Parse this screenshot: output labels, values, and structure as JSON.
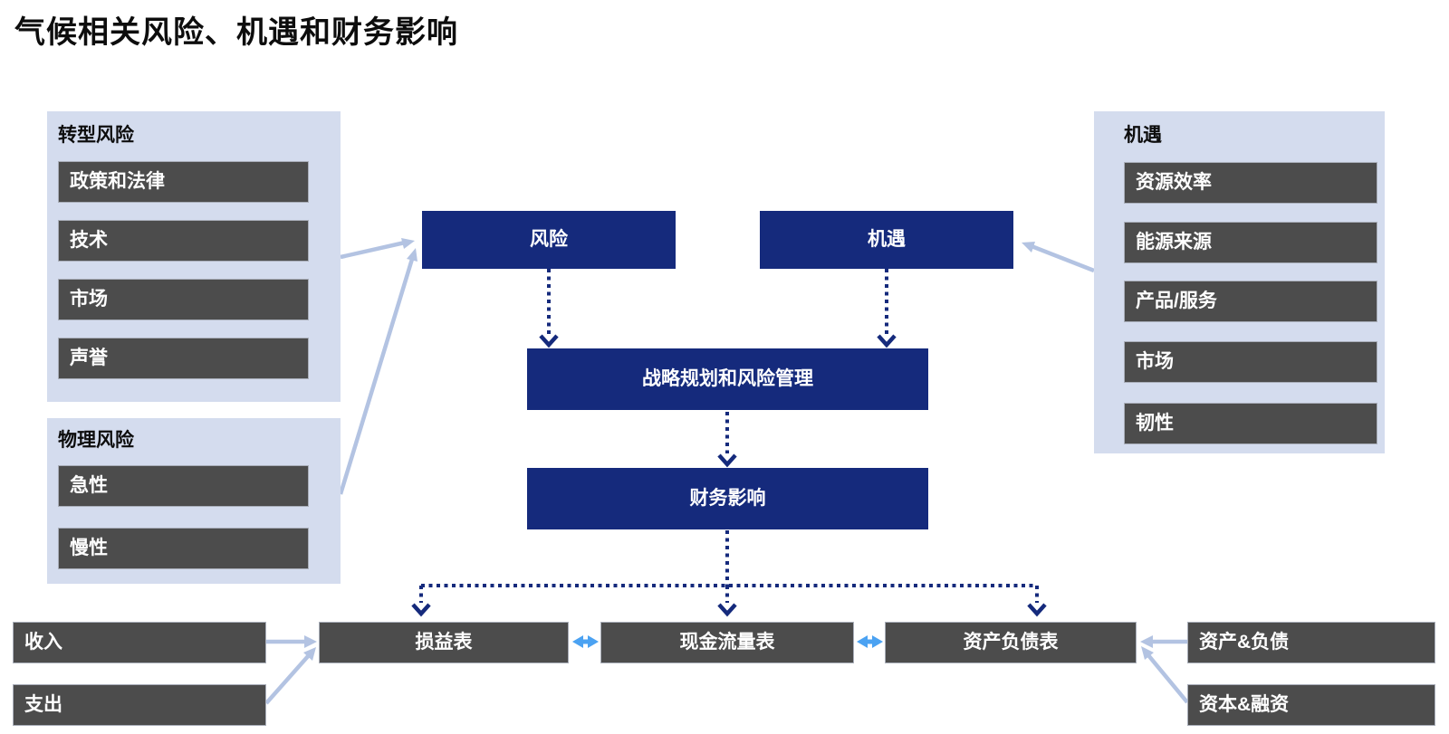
{
  "title": "气候相关风险、机遇和财务影响",
  "panels": {
    "transition": {
      "header": "转型风险",
      "items": [
        "政策和法律",
        "技术",
        "市场",
        "声誉"
      ]
    },
    "physical": {
      "header": "物理风险",
      "items": [
        "急性",
        "慢性"
      ]
    },
    "opportunity": {
      "header": "机遇",
      "items": [
        "资源效率",
        "能源来源",
        "产品/服务",
        "市场",
        "韧性"
      ]
    }
  },
  "flow": {
    "risk_label": "风险",
    "opportunity_label": "机遇",
    "strategy_label": "战略规划和风险管理",
    "financial_impact_label": "财务影响"
  },
  "statements": {
    "income_statement": "损益表",
    "cash_flow_statement": "现金流量表",
    "balance_sheet": "资产负债表"
  },
  "inputs": {
    "left": [
      "收入",
      "支出"
    ],
    "right": [
      "资产&负债",
      "资本&融资"
    ]
  },
  "colors": {
    "navy": "#152A7C",
    "box-gray": "#4C4C4C",
    "panel-blue": "#D4DCEE",
    "arrow-light": "#B3C3E2",
    "arrow-bright": "#4BA2F2",
    "box-border": "#A9AEB9",
    "text-dark": "#0D0D0D"
  }
}
